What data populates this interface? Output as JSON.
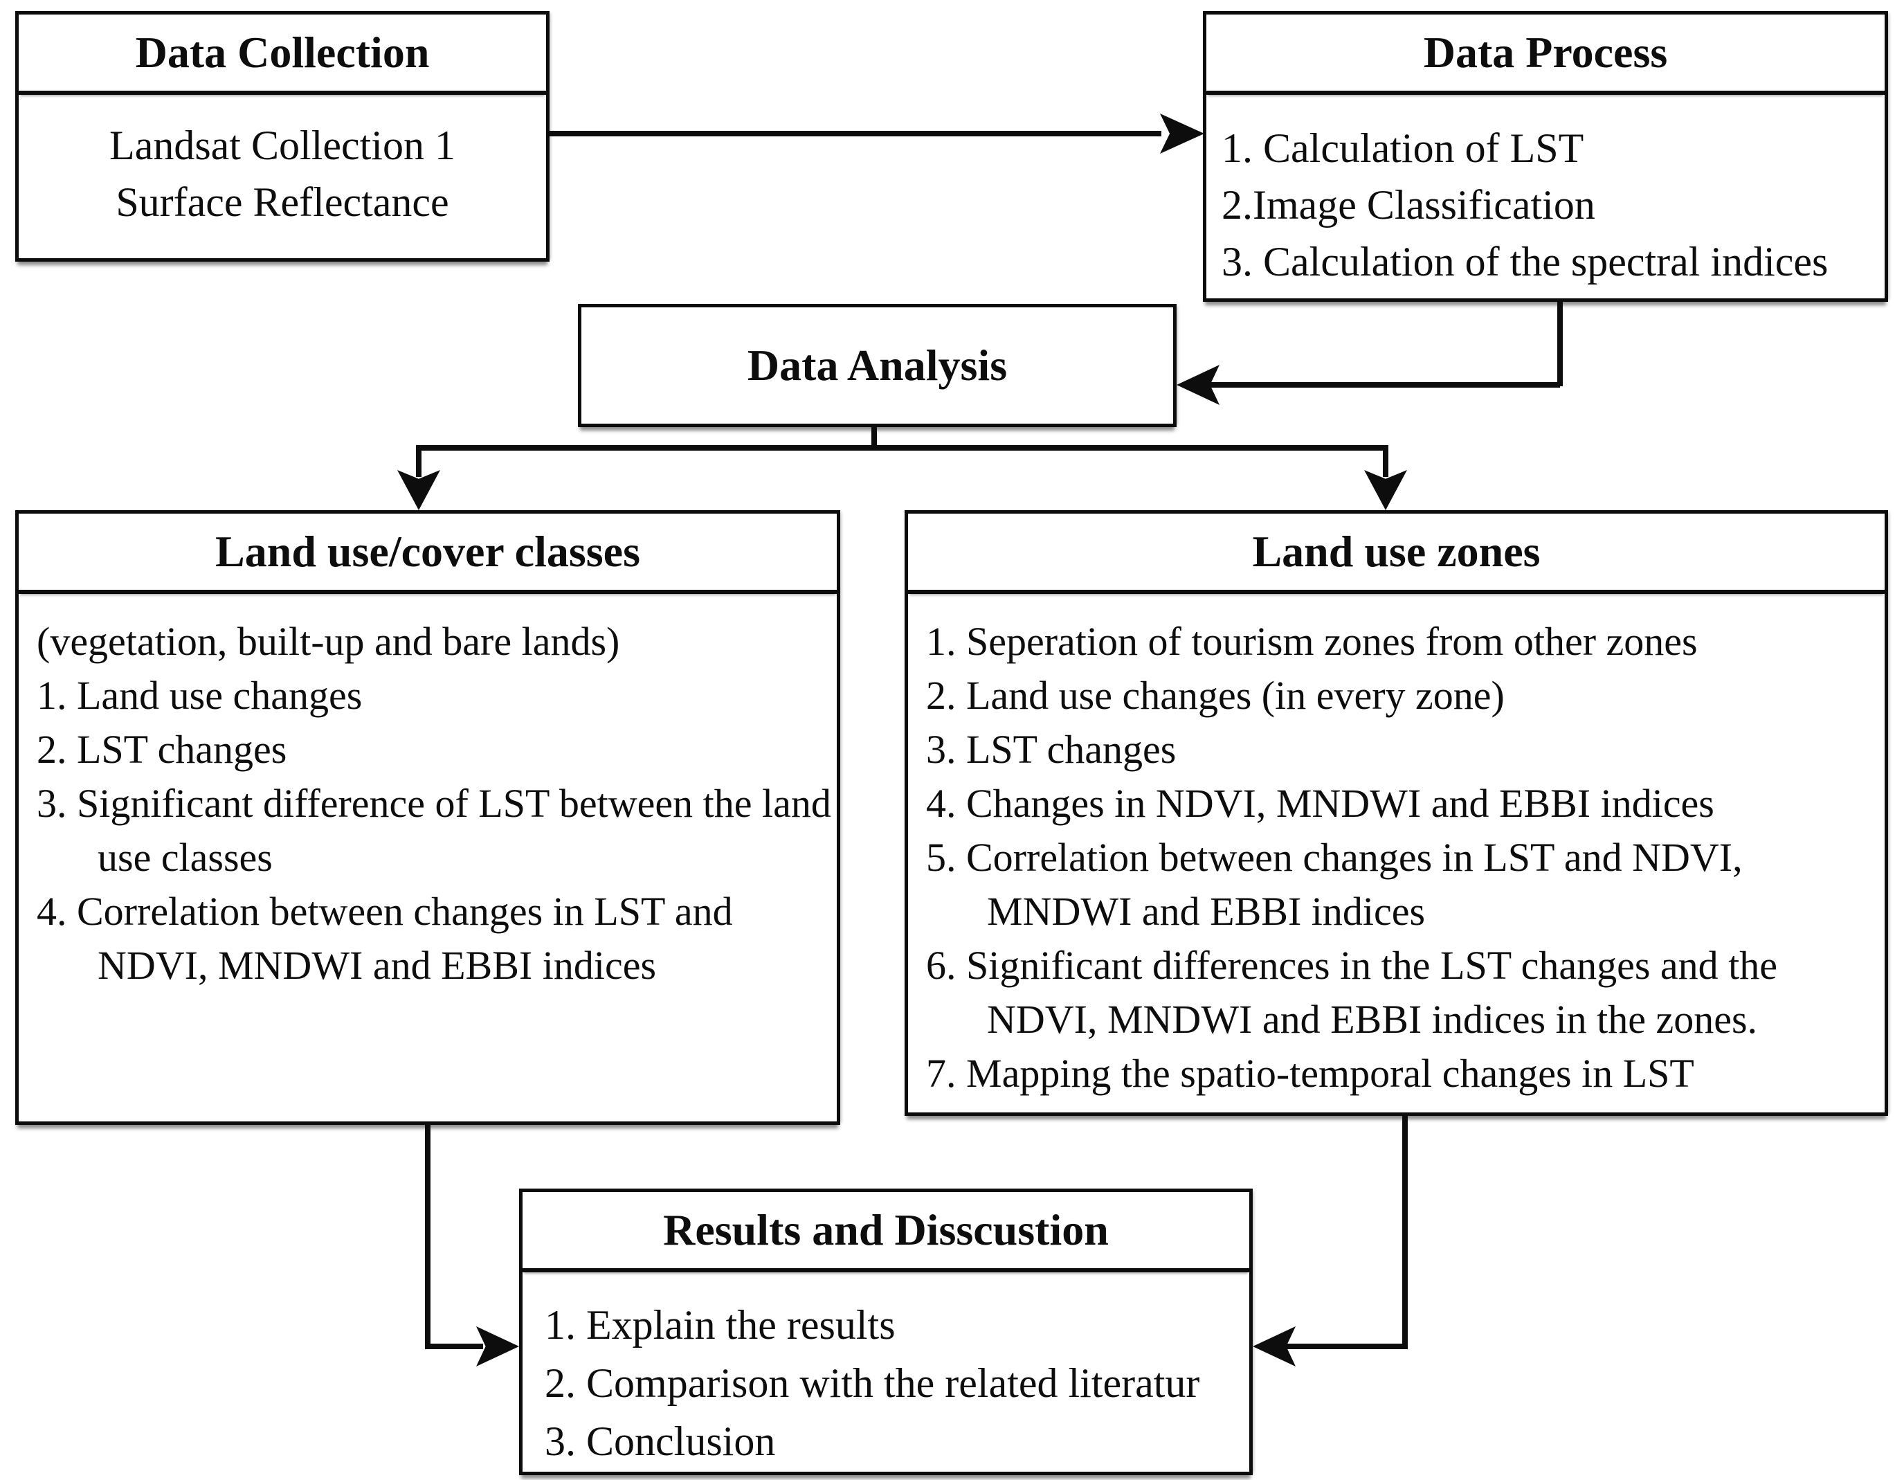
{
  "diagram": {
    "type": "flowchart",
    "background_color": "#ffffff",
    "line_color": "#0d0d0d",
    "boxes": {
      "data_collection": {
        "title": "Data Collection",
        "lines": [
          "Landsat Collection 1",
          "Surface Reflectance"
        ]
      },
      "data_process": {
        "title": "Data Process",
        "items": [
          "1. Calculation of LST",
          "2.Image Classification",
          "3. Calculation of the spectral indices"
        ]
      },
      "data_analysis": {
        "title": "Data Analysis"
      },
      "land_use_cover": {
        "title": "Land use/cover classes",
        "items": [
          "(vegetation, built-up and bare lands)",
          "1. Land use changes",
          "2. LST changes",
          "3. Significant difference of LST between the land use classes",
          "4. Correlation between changes in LST and NDVI, MNDWI and EBBI indices"
        ]
      },
      "land_use_zones": {
        "title": "Land use zones",
        "items": [
          "1. Seperation of tourism zones from other zones",
          "2. Land use changes (in every zone)",
          "3. LST changes",
          "4. Changes in NDVI, MNDWI and EBBI indices",
          "5. Correlation between changes in LST and NDVI, MNDWI and EBBI indices",
          "6. Significant differences in the LST changes and the NDVI, MNDWI and EBBI indices in the zones.",
          "7. Mapping the spatio-temporal changes in LST"
        ]
      },
      "results": {
        "title": "Results and Disscustion",
        "items": [
          "1. Explain the results",
          "2. Comparison with the related literatur",
          "3. Conclusion"
        ]
      }
    },
    "connections": [
      "Data Collection -> Data Process",
      "Data Process -> Data Analysis",
      "Data Analysis -> Land use/cover classes",
      "Data Analysis -> Land use zones",
      "Land use/cover classes -> Results and Disscustion",
      "Land use zones -> Results and Disscustion"
    ]
  }
}
